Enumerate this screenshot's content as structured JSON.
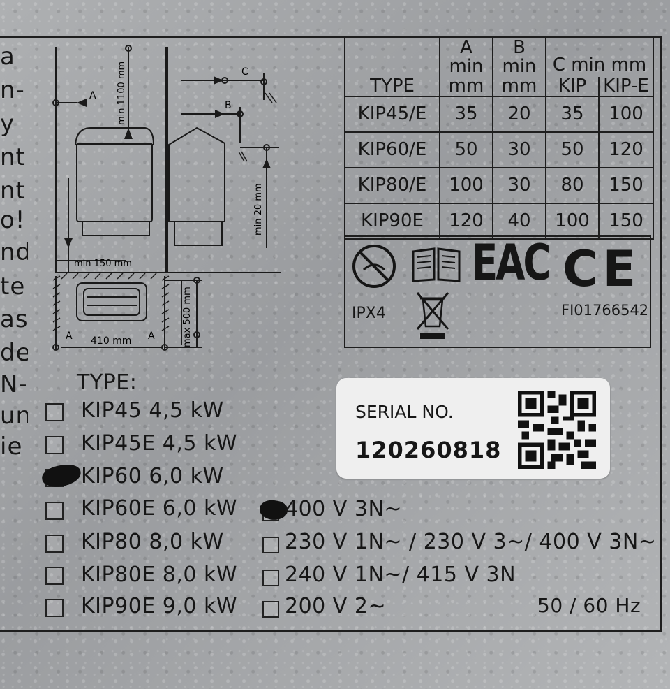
{
  "left_fragments": [
    "a",
    "n-",
    "y",
    "nt",
    "nt",
    "o!",
    "nd",
    "te",
    "as",
    "de",
    "N-",
    "un",
    "ie"
  ],
  "diagram": {
    "dim_A": "A",
    "dim_B": "B",
    "dim_C": "C",
    "min_1100": "min 1100 mm",
    "min_20": "min 20 mm",
    "min_150": "min 150 mm",
    "w_410": "410 mm",
    "max_500": "max 500 mm"
  },
  "spec_table": {
    "headers": {
      "type": "TYPE",
      "a": [
        "A min",
        "mm"
      ],
      "b": [
        "B min",
        "mm"
      ],
      "c": "C min mm",
      "c_kip": "KIP",
      "c_kipe": "KIP-E"
    },
    "rows": [
      [
        "KIP45/E",
        "35",
        "20",
        "35",
        "100"
      ],
      [
        "KIP60/E",
        "50",
        "30",
        "50",
        "120"
      ],
      [
        "KIP80/E",
        "100",
        "30",
        "80",
        "150"
      ],
      [
        "KIP90E",
        "120",
        "40",
        "100",
        "150"
      ]
    ]
  },
  "certs": {
    "ipx": "IPX4",
    "eac": "EAC",
    "ce": "CE",
    "code": "FI01766542"
  },
  "serial": {
    "label": "SERIAL NO.",
    "number": "120260818"
  },
  "type_heading": "TYPE:",
  "types": [
    {
      "label": "KIP45 4,5 kW",
      "checked": false
    },
    {
      "label": "KIP45E 4,5 kW",
      "checked": false
    },
    {
      "label": "KIP60 6,0 kW",
      "checked": true
    },
    {
      "label": "KIP60E 6,0 kW",
      "checked": false
    },
    {
      "label": "KIP80 8,0 kW",
      "checked": false
    },
    {
      "label": "KIP80E 8,0 kW",
      "checked": false
    },
    {
      "label": "KIP90E 9,0 kW",
      "checked": false
    }
  ],
  "voltages": [
    {
      "label": "400 V 3N~",
      "checked": true
    },
    {
      "label": "230 V 1N~ / 230 V 3~/ 400 V 3N~",
      "checked": false
    },
    {
      "label": "240 V 1N~/ 415 V 3N",
      "checked": false
    },
    {
      "label": "200 V 2~",
      "checked": false
    }
  ],
  "frequency": "50 / 60 Hz",
  "colors": {
    "ink": "#161616",
    "plate": "#a2a4a6",
    "sticker": "#efefef",
    "mark": "#111111"
  }
}
